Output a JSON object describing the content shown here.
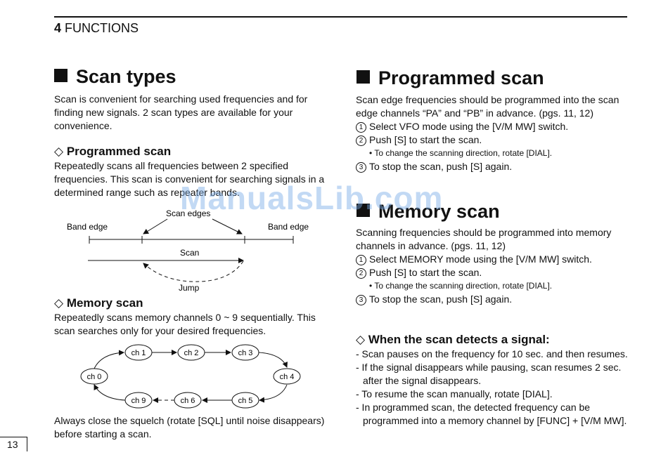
{
  "header": {
    "section_num": "4",
    "section_title": "FUNCTIONS"
  },
  "left": {
    "title": "Scan types",
    "intro": "Scan is convenient for searching used frequencies and for finding new signals.  2 scan types are available for your convenience.",
    "programmed": {
      "heading": "Programmed scan",
      "text": "Repeatedly scans all frequencies between 2 specified frequencies.  This scan is convenient for searching signals in a determined range such as repeater bands."
    },
    "diagram1": {
      "scan_edges": "Scan edges",
      "band_edge_left": "Band edge",
      "band_edge_right": "Band edge",
      "scan": "Scan",
      "jump": "Jump"
    },
    "memory": {
      "heading": "Memory scan",
      "text": "Repeatedly scans memory channels 0 ~ 9 sequentially.  This scan searches only for your desired frequencies."
    },
    "diagram2": {
      "ch0": "ch 0",
      "ch1": "ch 1",
      "ch2": "ch 2",
      "ch3": "ch 3",
      "ch4": "ch 4",
      "ch5": "ch 5",
      "ch6": "ch 6",
      "ch9": "ch 9"
    },
    "closing": "Always close the squelch (rotate [SQL] until noise disappears) before starting a scan."
  },
  "right": {
    "programmed": {
      "title": "Programmed scan",
      "intro": "Scan edge frequencies should be programmed into the scan edge channels “PA” and “PB” in advance. (pgs. 11, 12)",
      "step1": "Select VFO mode using the [V/M MW] switch.",
      "step2": "Push [S] to start the scan.",
      "note": "• To change the scanning direction, rotate [DIAL].",
      "step3": "To stop the scan, push [S] again."
    },
    "memory": {
      "title": "Memory scan",
      "intro": "Scanning frequencies should be programmed into memory channels in advance. (pgs. 11, 12)",
      "step1": "Select MEMORY mode using the [V/M MW] switch.",
      "step2": "Push [S] to start the scan.",
      "note": "• To change the scanning direction, rotate [DIAL].",
      "step3": "To stop the scan, push [S] again."
    },
    "detect": {
      "heading": "When the scan detects a signal:",
      "items": [
        "- Scan pauses on the frequency for 10 sec. and then resumes.",
        "- If the signal disappears while pausing, scan resumes 2 sec. after the signal disappears.",
        "- To resume the scan manually, rotate [DIAL].",
        "- In programmed scan, the detected frequency can be programmed into a memory channel by [FUNC] + [V/M MW]."
      ]
    }
  },
  "step_numbers": [
    "1",
    "2",
    "3"
  ],
  "diamond": "◇",
  "watermark": "ManualsLib.com",
  "page_number": "13"
}
